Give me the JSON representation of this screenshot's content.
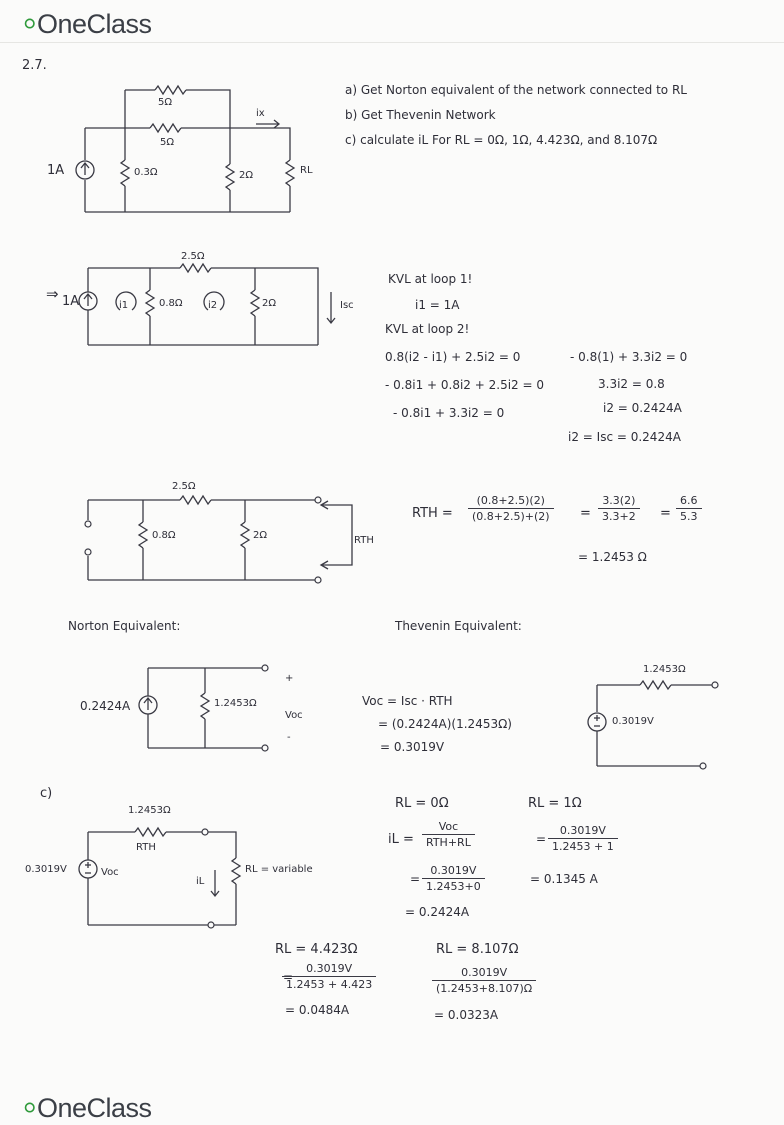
{
  "brand": {
    "name": "OneClass",
    "leaf_color": "#2f9a3b",
    "text_color": "#3b3f46"
  },
  "problem_number": "2.7.",
  "tasks": {
    "a": "a) Get Norton equivalent of the network connected to RL",
    "b": "b) Get Thevenin Network",
    "c": "c) calculate iL For RL = 0Ω, 1Ω, 4.423Ω, and 8.107Ω"
  },
  "circuit1": {
    "r_top": "5Ω",
    "r_mid": "5Ω",
    "i_label": "ix",
    "source": "1A",
    "r1": "0.3Ω",
    "r2": "2Ω",
    "rl": "RL"
  },
  "circuit2": {
    "r_top": "2.5Ω",
    "source": "1A",
    "loop1": "i1",
    "r1": "0.8Ω",
    "loop2": "i2",
    "r2": "2Ω",
    "isc": "Isc",
    "arrow": "⇒"
  },
  "kvl": {
    "l1": "KVL at loop 1!",
    "l2": "i1 = 1A",
    "l3": "KVL at loop 2!",
    "l4": "0.8(i2 - i1) + 2.5i2 = 0",
    "l5": "- 0.8i1 + 0.8i2 + 2.5i2 = 0",
    "l6": "- 0.8i1 + 3.3i2 = 0",
    "r1": "- 0.8(1) + 3.3i2 = 0",
    "r2": "3.3i2 = 0.8",
    "r3": "i2 = 0.2424A",
    "r4": "i2 = Isc = 0.2424A"
  },
  "circuit3": {
    "r_top": "2.5Ω",
    "r1": "0.8Ω",
    "r2": "2Ω",
    "rth": "RTH"
  },
  "rth_calc": {
    "lhs": "RTH =",
    "f1_num": "(0.8+2.5)(2)",
    "f1_den": "(0.8+2.5)+(2)",
    "f2_num": "3.3(2)",
    "f2_den": "3.3+2",
    "f3_num": "6.6",
    "f3_den": "5.3",
    "eq1": "=",
    "eq2": "=",
    "result": "= 1.2453 Ω"
  },
  "norton": {
    "title": "Norton Equivalent:",
    "source": "0.2424A",
    "r": "1.2453Ω",
    "plus": "+",
    "minus": "-",
    "voc": "Voc"
  },
  "thevenin": {
    "title": "Thevenin Equivalent:",
    "l1": "Voc = Isc · RTH",
    "l2": "= (0.2424A)(1.2453Ω)",
    "l3": "= 0.3019V",
    "r": "1.2453Ω",
    "source": "0.3019V"
  },
  "part_c": {
    "label": "c)",
    "circuit": {
      "r_val": "1.2453Ω",
      "r_name": "RTH",
      "source": "0.3019V",
      "voc": "Voc",
      "il": "iL",
      "rl": "RL = variable"
    },
    "case0": {
      "title": "RL = 0Ω",
      "lhs": "iL =",
      "f1_num": "Voc",
      "f1_den": "RTH+RL",
      "f2_num": "0.3019V",
      "f2_den": "1.2453+0",
      "result": "= 0.2424A"
    },
    "case1": {
      "title": "RL = 1Ω",
      "f_num": "0.3019V",
      "f_den": "1.2453 + 1",
      "result": "= 0.1345 A"
    },
    "case4": {
      "title": "RL = 4.423Ω",
      "f_num": "0.3019V",
      "f_den": "1.2453 + 4.423",
      "result": "= 0.0484A"
    },
    "case8": {
      "title": "RL = 8.107Ω",
      "f_num": "0.3019V",
      "f_den": "(1.2453+8.107)Ω",
      "result": "= 0.0323A"
    }
  }
}
